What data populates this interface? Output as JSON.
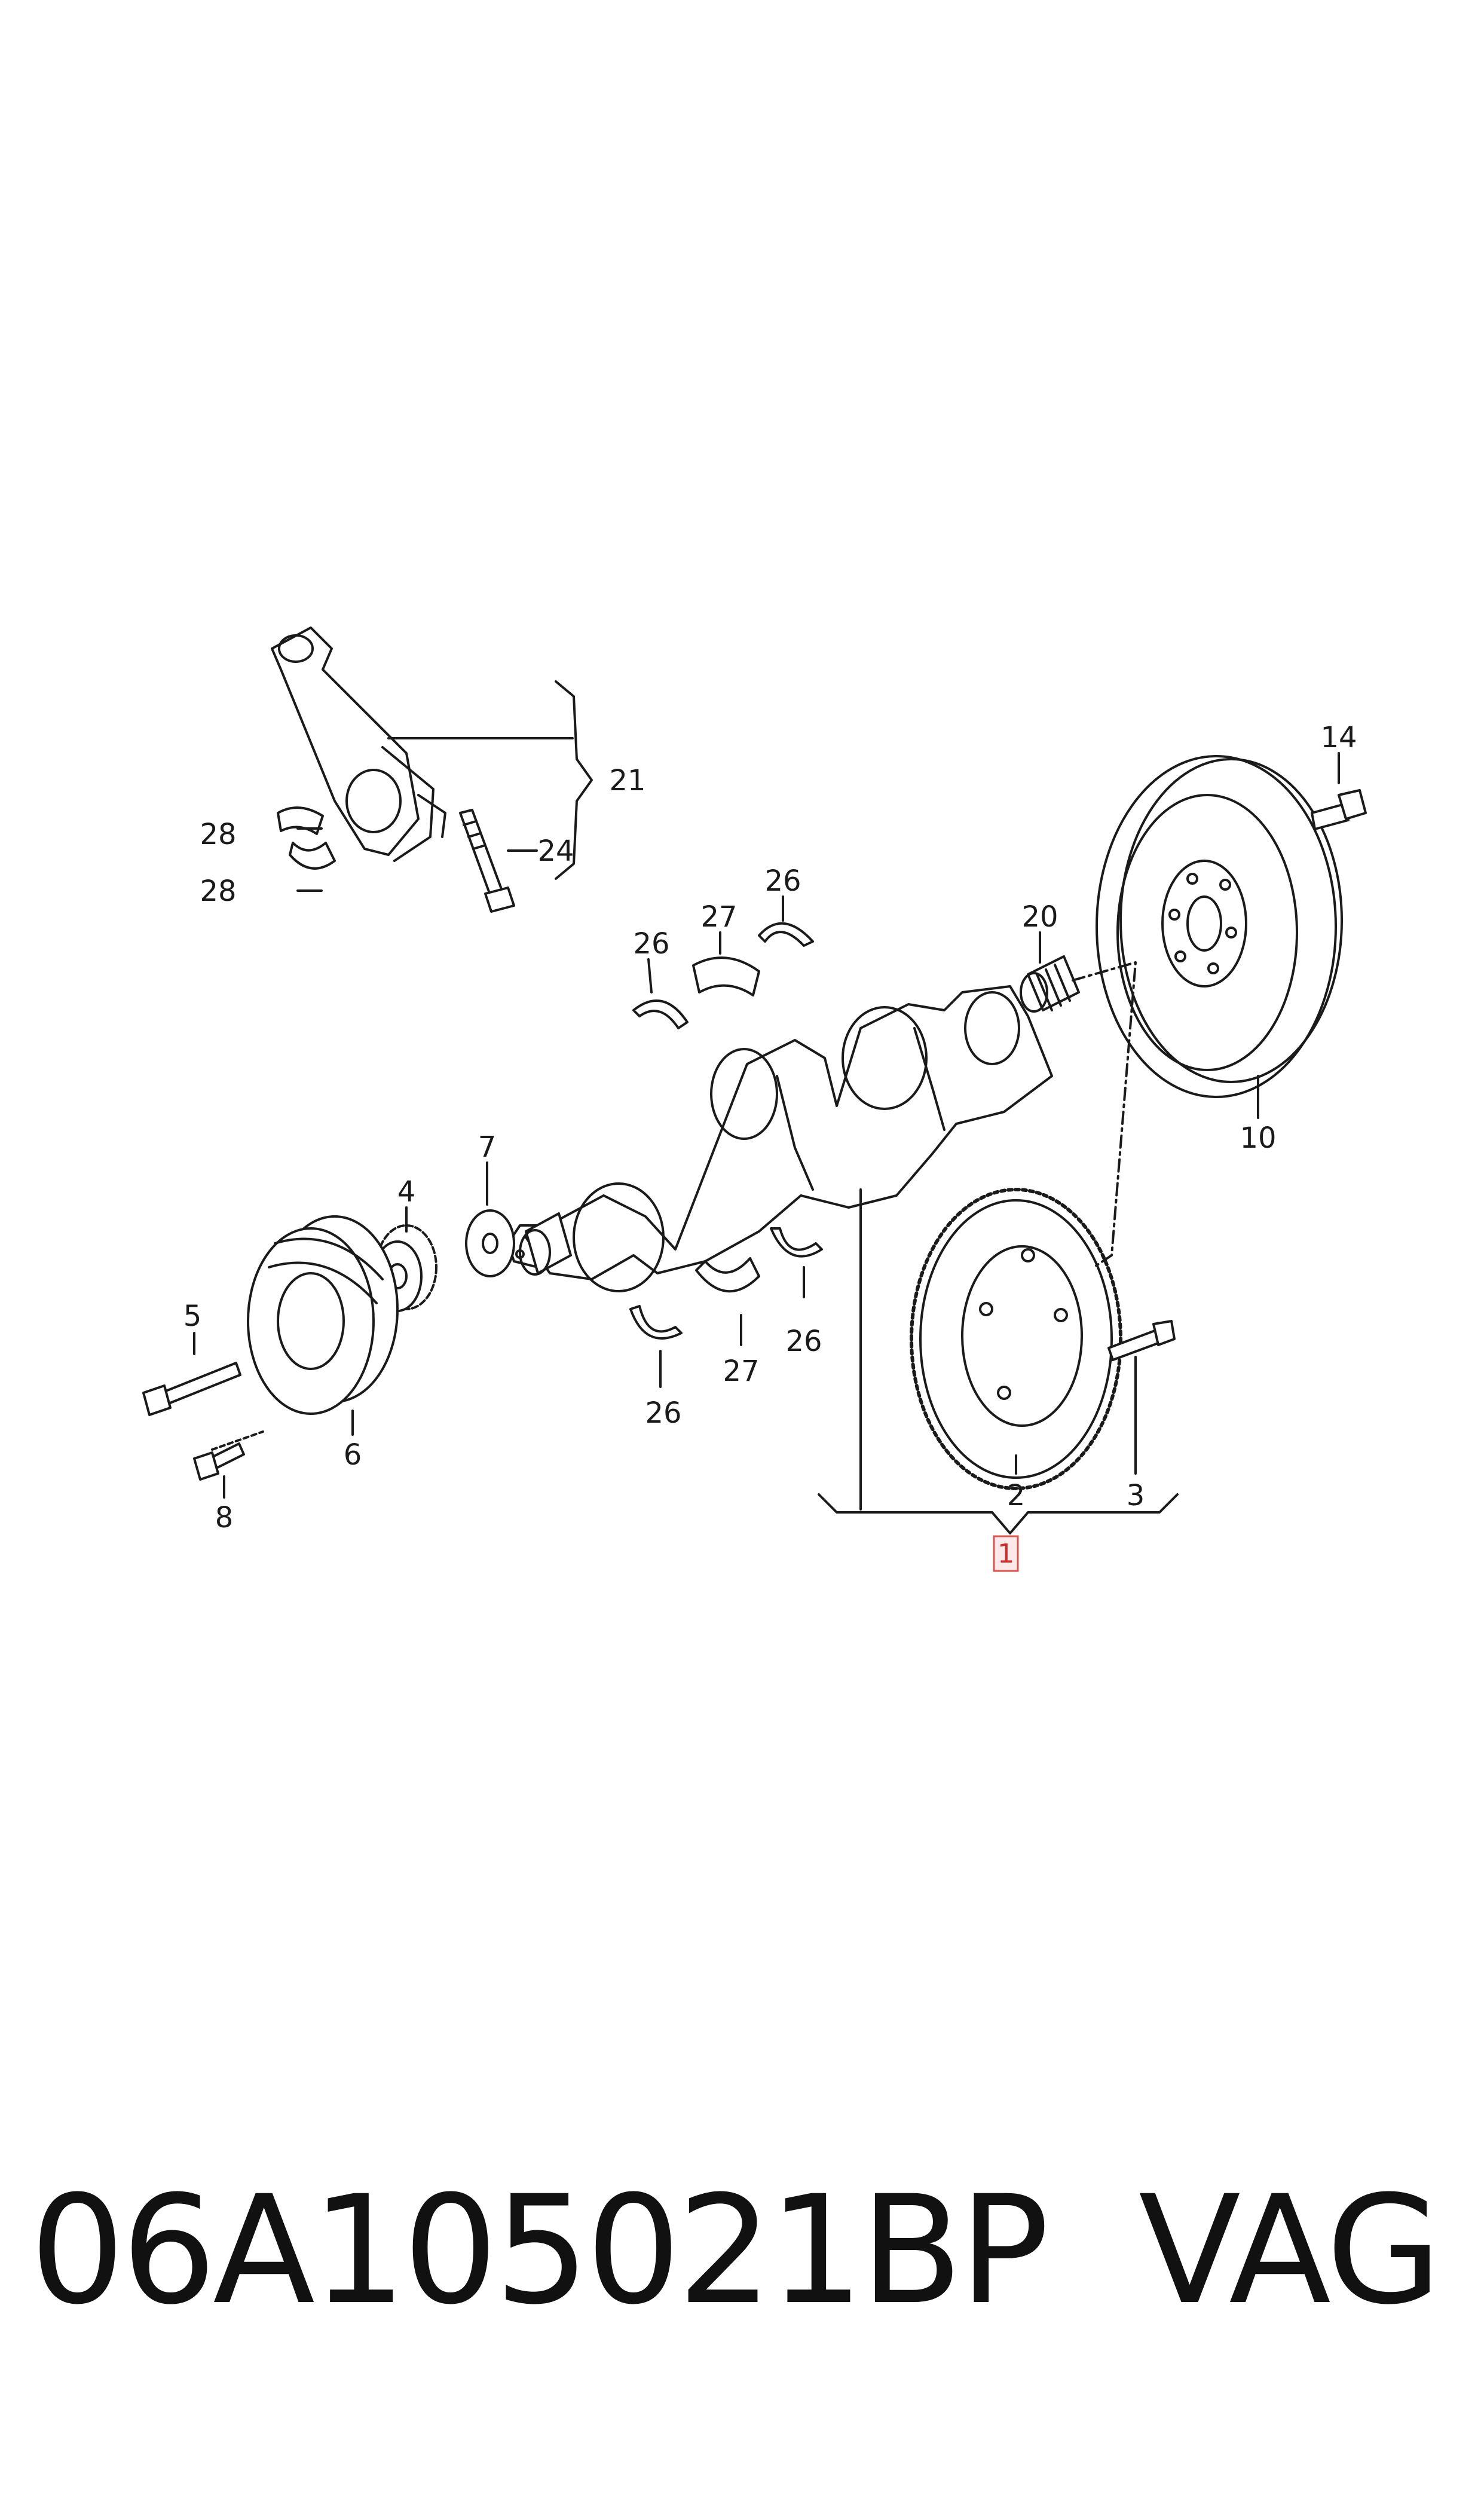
{
  "callouts": {
    "c1": "1",
    "c2": "2",
    "c3": "3",
    "c4": "4",
    "c5": "5",
    "c6": "6",
    "c7": "7",
    "c8": "8",
    "c10": "10",
    "c14": "14",
    "c20": "20",
    "c21": "21",
    "c24": "24",
    "c26a": "26",
    "c26b": "26",
    "c26c": "26",
    "c26d": "26",
    "c27a": "27",
    "c27b": "27",
    "c28a": "28",
    "c28b": "28"
  },
  "footer": {
    "part_number": "06A105021BP",
    "brand": "VAG"
  },
  "colors": {
    "highlight_border": "#d9534f",
    "highlight_fill": "#fde8ea",
    "line": "#1a1a1a"
  }
}
